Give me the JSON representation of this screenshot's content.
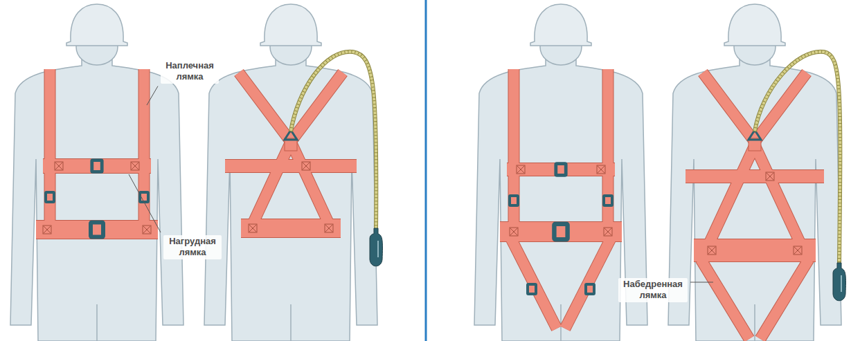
{
  "diagram": {
    "labels": [
      "Наплечная лямка",
      "Нагрудная лямка",
      "Набедренная лямка"
    ]
  }
}
